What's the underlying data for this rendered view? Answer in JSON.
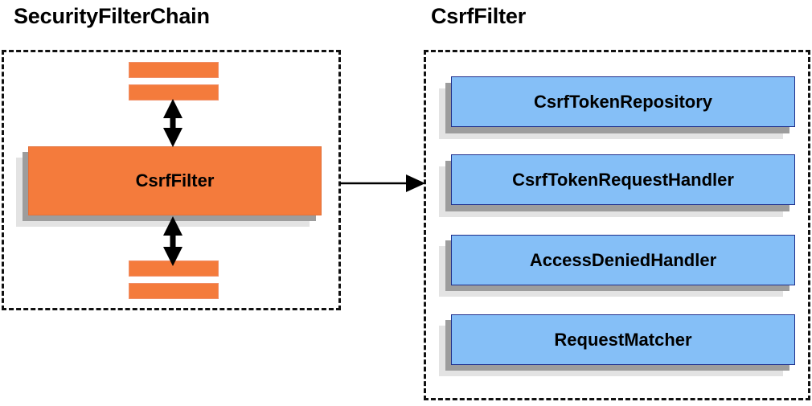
{
  "diagram": {
    "title_left": "SecurityFilterChain",
    "title_right": "CsrfFilter",
    "colors": {
      "orange_fill": "#F47B3C",
      "orange_border": "#E2703A",
      "blue_fill": "#85BFF7",
      "blue_border": "#1F2F8C",
      "shadow_near": "#9D9D9D",
      "shadow_far": "#E3E3E3",
      "outline": "#111111",
      "text": "#000000",
      "background": "#FFFFFF"
    }
  },
  "left_panel": {
    "label": "SecurityFilterChain",
    "main_box": {
      "label": "CsrfFilter"
    },
    "stub_bars": [
      {
        "position": "top-upper"
      },
      {
        "position": "top-lower"
      },
      {
        "position": "bottom-upper"
      },
      {
        "position": "bottom-lower"
      }
    ],
    "connectors": [
      {
        "name": "upper-double-arrow",
        "style": "double-headed-vertical"
      },
      {
        "name": "lower-double-arrow",
        "style": "double-headed-vertical"
      }
    ]
  },
  "right_panel": {
    "label": "CsrfFilter",
    "collaborators": [
      {
        "label": "CsrfTokenRepository"
      },
      {
        "label": "CsrfTokenRequestHandler"
      },
      {
        "label": "AccessDeniedHandler"
      },
      {
        "label": "RequestMatcher"
      }
    ]
  },
  "cross_panel_connector": {
    "name": "expansion-arrow",
    "style": "single-headed-horizontal",
    "from": "SecurityFilterChain",
    "to": "CsrfFilter"
  }
}
